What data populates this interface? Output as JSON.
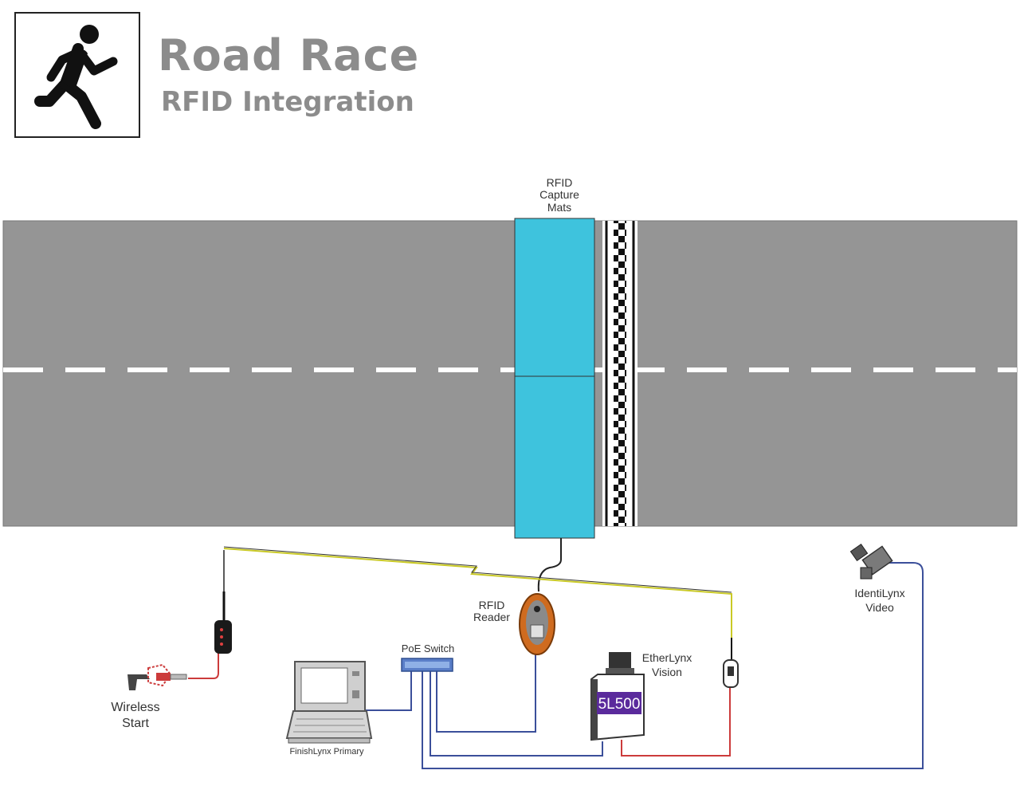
{
  "header": {
    "title": "Road Race",
    "subtitle": "RFID Integration",
    "logo_icon": "running-person-icon"
  },
  "labels": {
    "rfid_mats_line1": "RFID",
    "rfid_mats_line2": "Capture",
    "rfid_mats_line3": "Mats",
    "rfid_reader_line1": "RFID",
    "rfid_reader_line2": "Reader",
    "poe_switch": "PoE Switch",
    "wireless_start_line1": "Wireless",
    "wireless_start_line2": "Start",
    "finishlynx": "FinishLynx Primary",
    "etherlynx_line1": "EtherLynx",
    "etherlynx_line2": "Vision",
    "camera_model": "5L500",
    "identilynx_line1": "IdentiLynx",
    "identilynx_line2": "Video"
  },
  "colors": {
    "road": "#959595",
    "mat": "#3ec3dd",
    "cable_blue": "#3b4f9a",
    "cable_red": "#cc3b3b",
    "wireless_link": "#d8d820",
    "heading_gray": "#8c8c8c"
  }
}
